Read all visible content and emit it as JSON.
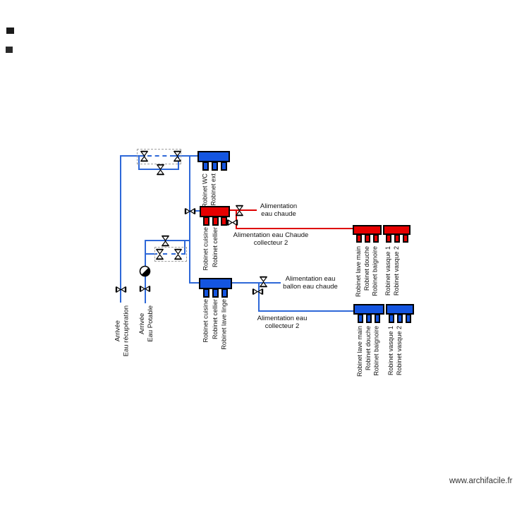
{
  "canvas": {
    "watermark": "www.archifacile.fr"
  },
  "colors": {
    "cold_water_pipe": "#2E68D8",
    "hot_water_pipe": "#DE0000",
    "manifold_cold": "#1455E0",
    "manifold_hot": "#E60000",
    "valve_outline": "#000000",
    "bypass_box": "#A0A0A0",
    "label_text": "#111111"
  },
  "supply_lines": {
    "recuperation": {
      "label": [
        "Arrivée",
        "Eau récupération"
      ]
    },
    "potable": {
      "label": [
        "Arrivée",
        "Eau Potable"
      ]
    }
  },
  "manifolds": {
    "wc": {
      "type": "cold",
      "outlets": [
        "Robinet WC",
        "Robinet ext"
      ]
    },
    "hot1": {
      "type": "hot",
      "outlets": [
        "Robinet cuisine",
        "Robinet cellier"
      ]
    },
    "cold1": {
      "type": "cold",
      "outlets": [
        "Robinet cuisine",
        "Robinet cellier",
        "Robinet lave linge"
      ]
    },
    "hot2a": {
      "type": "hot",
      "outlets": [
        "Robinet lave main",
        "Robinet douche",
        "Robinet baignoire"
      ]
    },
    "hot2b": {
      "type": "hot",
      "outlets": [
        "Robinet vasque 1",
        "Robinet vasque 2"
      ]
    },
    "cold2a": {
      "type": "cold",
      "outlets": [
        "Robinet lave main",
        "Robinet douche",
        "Robinet baignoire"
      ]
    },
    "cold2b": {
      "type": "cold",
      "outlets": [
        "Robinet vasque 1",
        "Robinet vasque 2"
      ]
    }
  },
  "annotations": {
    "hot_supply": [
      "Alimentation",
      "eau chaude"
    ],
    "hot_collector2": [
      "Alimentation eau Chaude",
      "collecteur 2"
    ],
    "boiler_supply": [
      "Alimentation eau",
      "ballon eau chaude"
    ],
    "cold_collector2": [
      "Alimentation eau",
      "collecteur 2"
    ]
  }
}
